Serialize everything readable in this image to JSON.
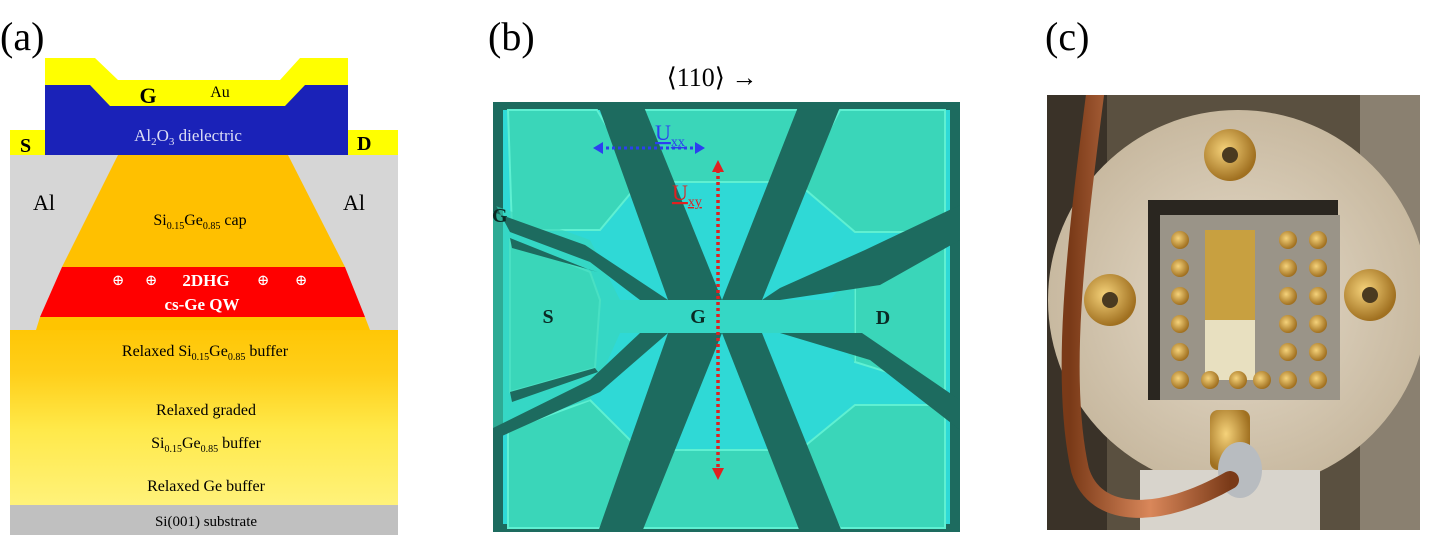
{
  "panels": {
    "a": {
      "label": "(a)",
      "gate": "G",
      "gate_metal": "Au",
      "dielectric": {
        "main": "Al",
        "sub1": "2",
        "mid": "O",
        "sub2": "3",
        "rest": " dielectric"
      },
      "source": "S",
      "drain": "D",
      "contact_left": "Al",
      "contact_right": "Al",
      "cap": {
        "a": "Si",
        "sa": "0.15",
        "b": "Ge",
        "sb": "0.85",
        "rest": " cap"
      },
      "hole_symbol": "⊕",
      "qw_line1": "2DHG",
      "qw_line2": "cs-Ge QW",
      "buffer": {
        "pre": "Relaxed Si",
        "sa": "0.15",
        "b": "Ge",
        "sb": "0.85",
        "rest": " buffer"
      },
      "graded_line1": "Relaxed graded",
      "graded_line2": {
        "a": "Si",
        "sa": "0.15",
        "b": "Ge",
        "sb": "0.85",
        "rest": " buffer"
      },
      "ge_buffer": "Relaxed Ge buffer",
      "substrate": "Si(001) substrate",
      "colors": {
        "au": "#ffff00",
        "dielectric": "#1a22b8",
        "al": "#d6d6d6",
        "cap": "#ffc000",
        "qw": "#ff0000",
        "substrate": "#c0c0c0"
      }
    },
    "b": {
      "label": "(b)",
      "direction": "⟨110⟩ →",
      "gate_side": "G",
      "source": "S",
      "gate_center": "G",
      "drain": "D",
      "uxx": {
        "main": "U",
        "sub": "xx"
      },
      "uxy": {
        "main": "U",
        "sub": "xy"
      },
      "colors": {
        "dark": "#1d6b5f",
        "pad": "#3ad6b9",
        "center": "#2fd9d6",
        "uxx": "#2c3ff0",
        "uxy": "#e02020"
      }
    },
    "c": {
      "label": "(c)"
    }
  }
}
